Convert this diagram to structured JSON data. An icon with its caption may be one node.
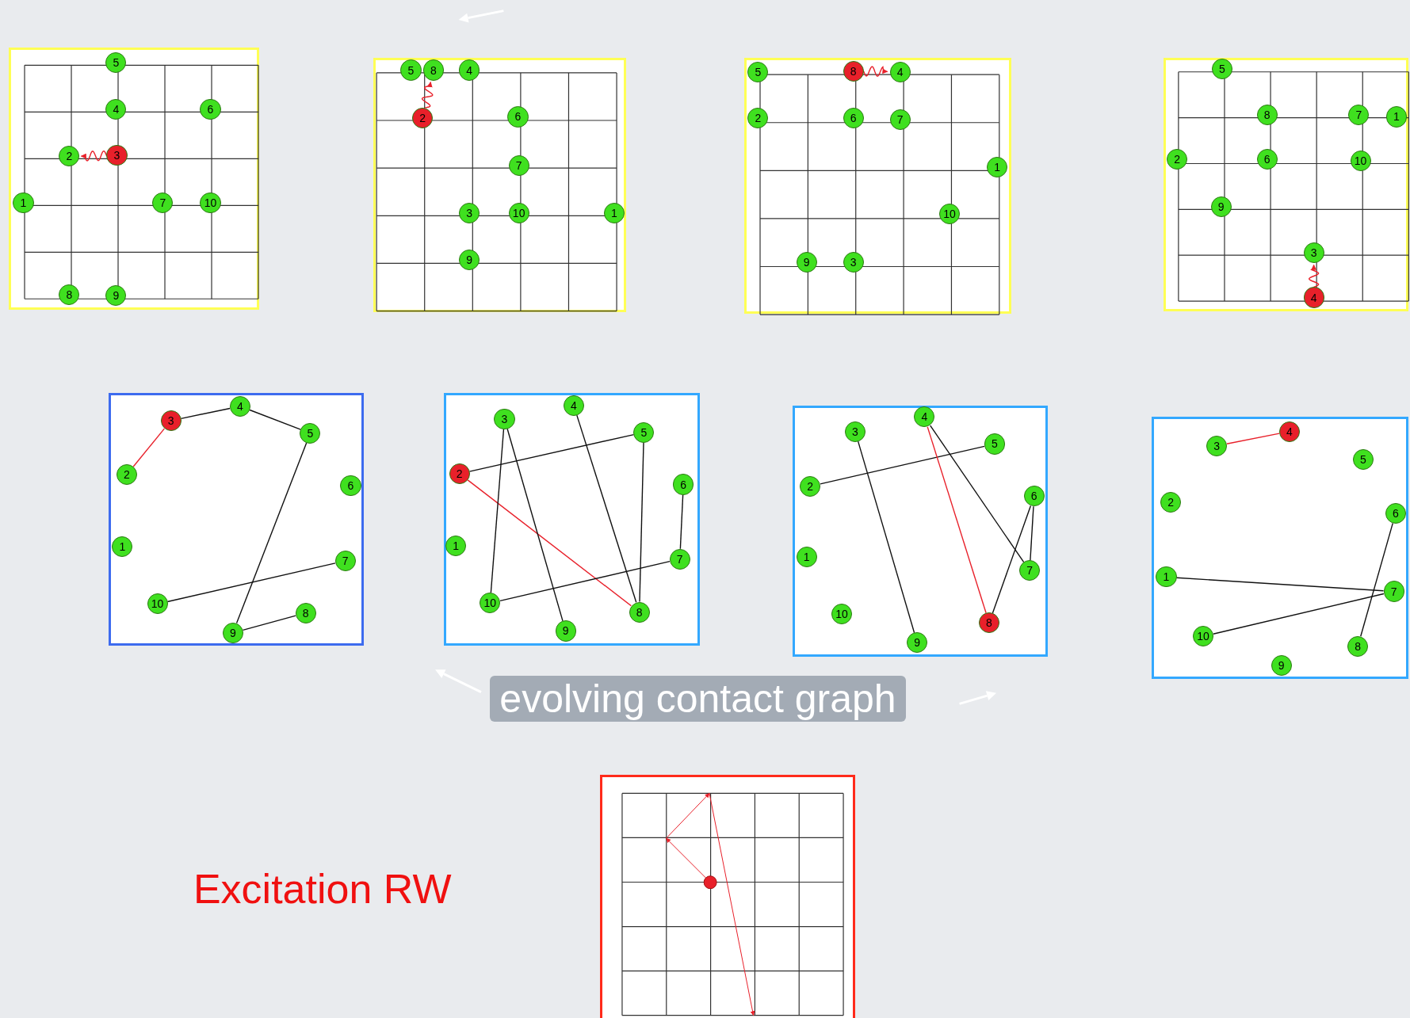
{
  "diagram": {
    "nodes": [
      {
        "text": [],
        "shape": "box"
      },
      {
        "text": [
          "5"
        ],
        "in": 0
      },
      {
        "text": [
          "4"
        ],
        "in": 0
      },
      {
        "text": [
          "6"
        ],
        "in": 0
      },
      {
        "text": [
          "2"
        ],
        "in": 0
      },
      {
        "text": [
          "3"
        ],
        "in": 0
      },
      {
        "text": [
          "1"
        ],
        "in": 0
      },
      {
        "text": [
          "7"
        ],
        "in": 0
      },
      {
        "text": [
          "10"
        ],
        "in": 0
      },
      {
        "text": [
          "8"
        ],
        "in": 0
      },
      {
        "text": [
          "9"
        ],
        "in": 0
      },
      {
        "text": [],
        "shape": "box"
      },
      {
        "text": [
          "5"
        ],
        "in": 11
      },
      {
        "text": [
          "8"
        ],
        "in": 11
      },
      {
        "text": [
          "4"
        ],
        "in": 11
      },
      {
        "text": [
          "2"
        ],
        "in": 11
      },
      {
        "text": [
          "6"
        ],
        "in": 11
      },
      {
        "text": [
          "7"
        ],
        "in": 11
      },
      {
        "text": [
          "3"
        ],
        "in": 11
      },
      {
        "text": [
          "10"
        ],
        "in": 11
      },
      {
        "text": [
          "1"
        ],
        "in": 11
      },
      {
        "text": [
          "9"
        ],
        "in": 11
      },
      {
        "text": [],
        "shape": "box"
      },
      {
        "text": [
          "5"
        ],
        "in": 22
      },
      {
        "text": [
          "8"
        ],
        "in": 22
      },
      {
        "text": [
          "4"
        ],
        "in": 22
      },
      {
        "text": [
          "2"
        ],
        "in": 22
      },
      {
        "text": [
          "6"
        ],
        "in": 22
      },
      {
        "text": [
          "7"
        ],
        "in": 22
      },
      {
        "text": [
          "1"
        ],
        "in": 22
      },
      {
        "text": [
          "10"
        ],
        "in": 22
      },
      {
        "text": [
          "9"
        ],
        "in": 22
      },
      {
        "text": [
          "3"
        ],
        "in": 22
      },
      {
        "text": [],
        "shape": "box"
      },
      {
        "text": [
          "5"
        ],
        "in": 33
      },
      {
        "text": [
          "8"
        ],
        "in": 33
      },
      {
        "text": [
          "7"
        ],
        "in": 33
      },
      {
        "text": [
          "1"
        ],
        "in": 33
      },
      {
        "text": [
          "2"
        ],
        "in": 33
      },
      {
        "text": [
          "6"
        ],
        "in": 33
      },
      {
        "text": [
          "10"
        ],
        "in": 33
      },
      {
        "text": [
          "9"
        ],
        "in": 33
      },
      {
        "text": [
          "3"
        ],
        "in": 33
      },
      {
        "text": [
          "4"
        ],
        "in": 33
      },
      {
        "text": [],
        "shape": "box"
      },
      {
        "text": [
          "4"
        ],
        "in": 44
      },
      {
        "text": [
          "3"
        ],
        "in": 44
      },
      {
        "text": [
          "5"
        ],
        "in": 44
      },
      {
        "text": [
          "2"
        ],
        "in": 44
      },
      {
        "text": [
          "6"
        ],
        "in": 44
      },
      {
        "text": [
          "1"
        ],
        "in": 44
      },
      {
        "text": [
          "7"
        ],
        "in": 44
      },
      {
        "text": [
          "10"
        ],
        "in": 44
      },
      {
        "text": [
          "8"
        ],
        "in": 44
      },
      {
        "text": [
          "9"
        ],
        "in": 44
      },
      {
        "text": [],
        "shape": "box"
      },
      {
        "text": [
          "4"
        ],
        "in": 55
      },
      {
        "text": [
          "3"
        ],
        "in": 55
      },
      {
        "text": [
          "5"
        ],
        "in": 55
      },
      {
        "text": [
          "2"
        ],
        "in": 55
      },
      {
        "text": [
          "6"
        ],
        "in": 55
      },
      {
        "text": [
          "1"
        ],
        "in": 55
      },
      {
        "text": [
          "7"
        ],
        "in": 55
      },
      {
        "text": [
          "10"
        ],
        "in": 55
      },
      {
        "text": [
          "8"
        ],
        "in": 55
      },
      {
        "text": [
          "9"
        ],
        "in": 55
      },
      {
        "text": [],
        "shape": "box"
      },
      {
        "text": [
          "4"
        ],
        "in": 66
      },
      {
        "text": [
          "3"
        ],
        "in": 66
      },
      {
        "text": [
          "5"
        ],
        "in": 66
      },
      {
        "text": [
          "2"
        ],
        "in": 66
      },
      {
        "text": [
          "6"
        ],
        "in": 66
      },
      {
        "text": [
          "1"
        ],
        "in": 66
      },
      {
        "text": [
          "7"
        ],
        "in": 66
      },
      {
        "text": [
          "10"
        ],
        "in": 66
      },
      {
        "text": [
          "8"
        ],
        "in": 66
      },
      {
        "text": [
          "9"
        ],
        "in": 66
      },
      {
        "text": [],
        "shape": "box"
      },
      {
        "text": [
          "4"
        ],
        "in": 77
      },
      {
        "text": [
          "3"
        ],
        "in": 77
      },
      {
        "text": [
          "5"
        ],
        "in": 77
      },
      {
        "text": [
          "2"
        ],
        "in": 77
      },
      {
        "text": [
          "6"
        ],
        "in": 77
      },
      {
        "text": [
          "1"
        ],
        "in": 77
      },
      {
        "text": [
          "7"
        ],
        "in": 77
      },
      {
        "text": [
          "10"
        ],
        "in": 77
      },
      {
        "text": [
          "8"
        ],
        "in": 77
      },
      {
        "text": [
          "9"
        ],
        "in": 77
      },
      {
        "text": [],
        "shape": "box"
      }
    ],
    "edges": [
      {
        "from": 5,
        "to": 4,
        "arrow": "to",
        "color": "#e8202a"
      },
      {
        "from": 15,
        "to": 13,
        "arrow": "to",
        "color": "#e8202a"
      },
      {
        "from": 24,
        "to": 25,
        "arrow": "to",
        "color": "#e8202a"
      },
      {
        "from": 43,
        "to": 42,
        "arrow": "to",
        "color": "#e8202a"
      },
      {
        "from": 46,
        "to": 45,
        "arrow": "none"
      },
      {
        "from": 45,
        "to": 47,
        "arrow": "none"
      },
      {
        "from": 46,
        "to": 48,
        "arrow": "none",
        "color": "#e8202a"
      },
      {
        "from": 47,
        "to": 54,
        "arrow": "none"
      },
      {
        "from": 52,
        "to": 51,
        "arrow": "none"
      },
      {
        "from": 54,
        "to": 53,
        "arrow": "none"
      },
      {
        "from": 59,
        "to": 58,
        "arrow": "none"
      },
      {
        "from": 59,
        "to": 64,
        "arrow": "none",
        "color": "#e8202a"
      },
      {
        "from": 57,
        "to": 63,
        "arrow": "none"
      },
      {
        "from": 57,
        "to": 65,
        "arrow": "none"
      },
      {
        "from": 56,
        "to": 64,
        "arrow": "none"
      },
      {
        "from": 58,
        "to": 64,
        "arrow": "none"
      },
      {
        "from": 60,
        "to": 62,
        "arrow": "none"
      },
      {
        "from": 63,
        "to": 62,
        "arrow": "none"
      },
      {
        "from": 70,
        "to": 69,
        "arrow": "none"
      },
      {
        "from": 68,
        "to": 76,
        "arrow": "none"
      },
      {
        "from": 67,
        "to": 75,
        "arrow": "none",
        "color": "#e8202a"
      },
      {
        "from": 67,
        "to": 73,
        "arrow": "none"
      },
      {
        "from": 71,
        "to": 73,
        "arrow": "none"
      },
      {
        "from": 71,
        "to": 75,
        "arrow": "none"
      },
      {
        "from": 79,
        "to": 78,
        "arrow": "none",
        "color": "#e8202a"
      },
      {
        "from": 83,
        "to": 84,
        "arrow": "none"
      },
      {
        "from": 85,
        "to": 84,
        "arrow": "none"
      },
      {
        "from": 86,
        "to": 82,
        "arrow": "none"
      }
    ],
    "labels": [
      "evolving contact graph",
      "Excitation RW"
    ]
  }
}
